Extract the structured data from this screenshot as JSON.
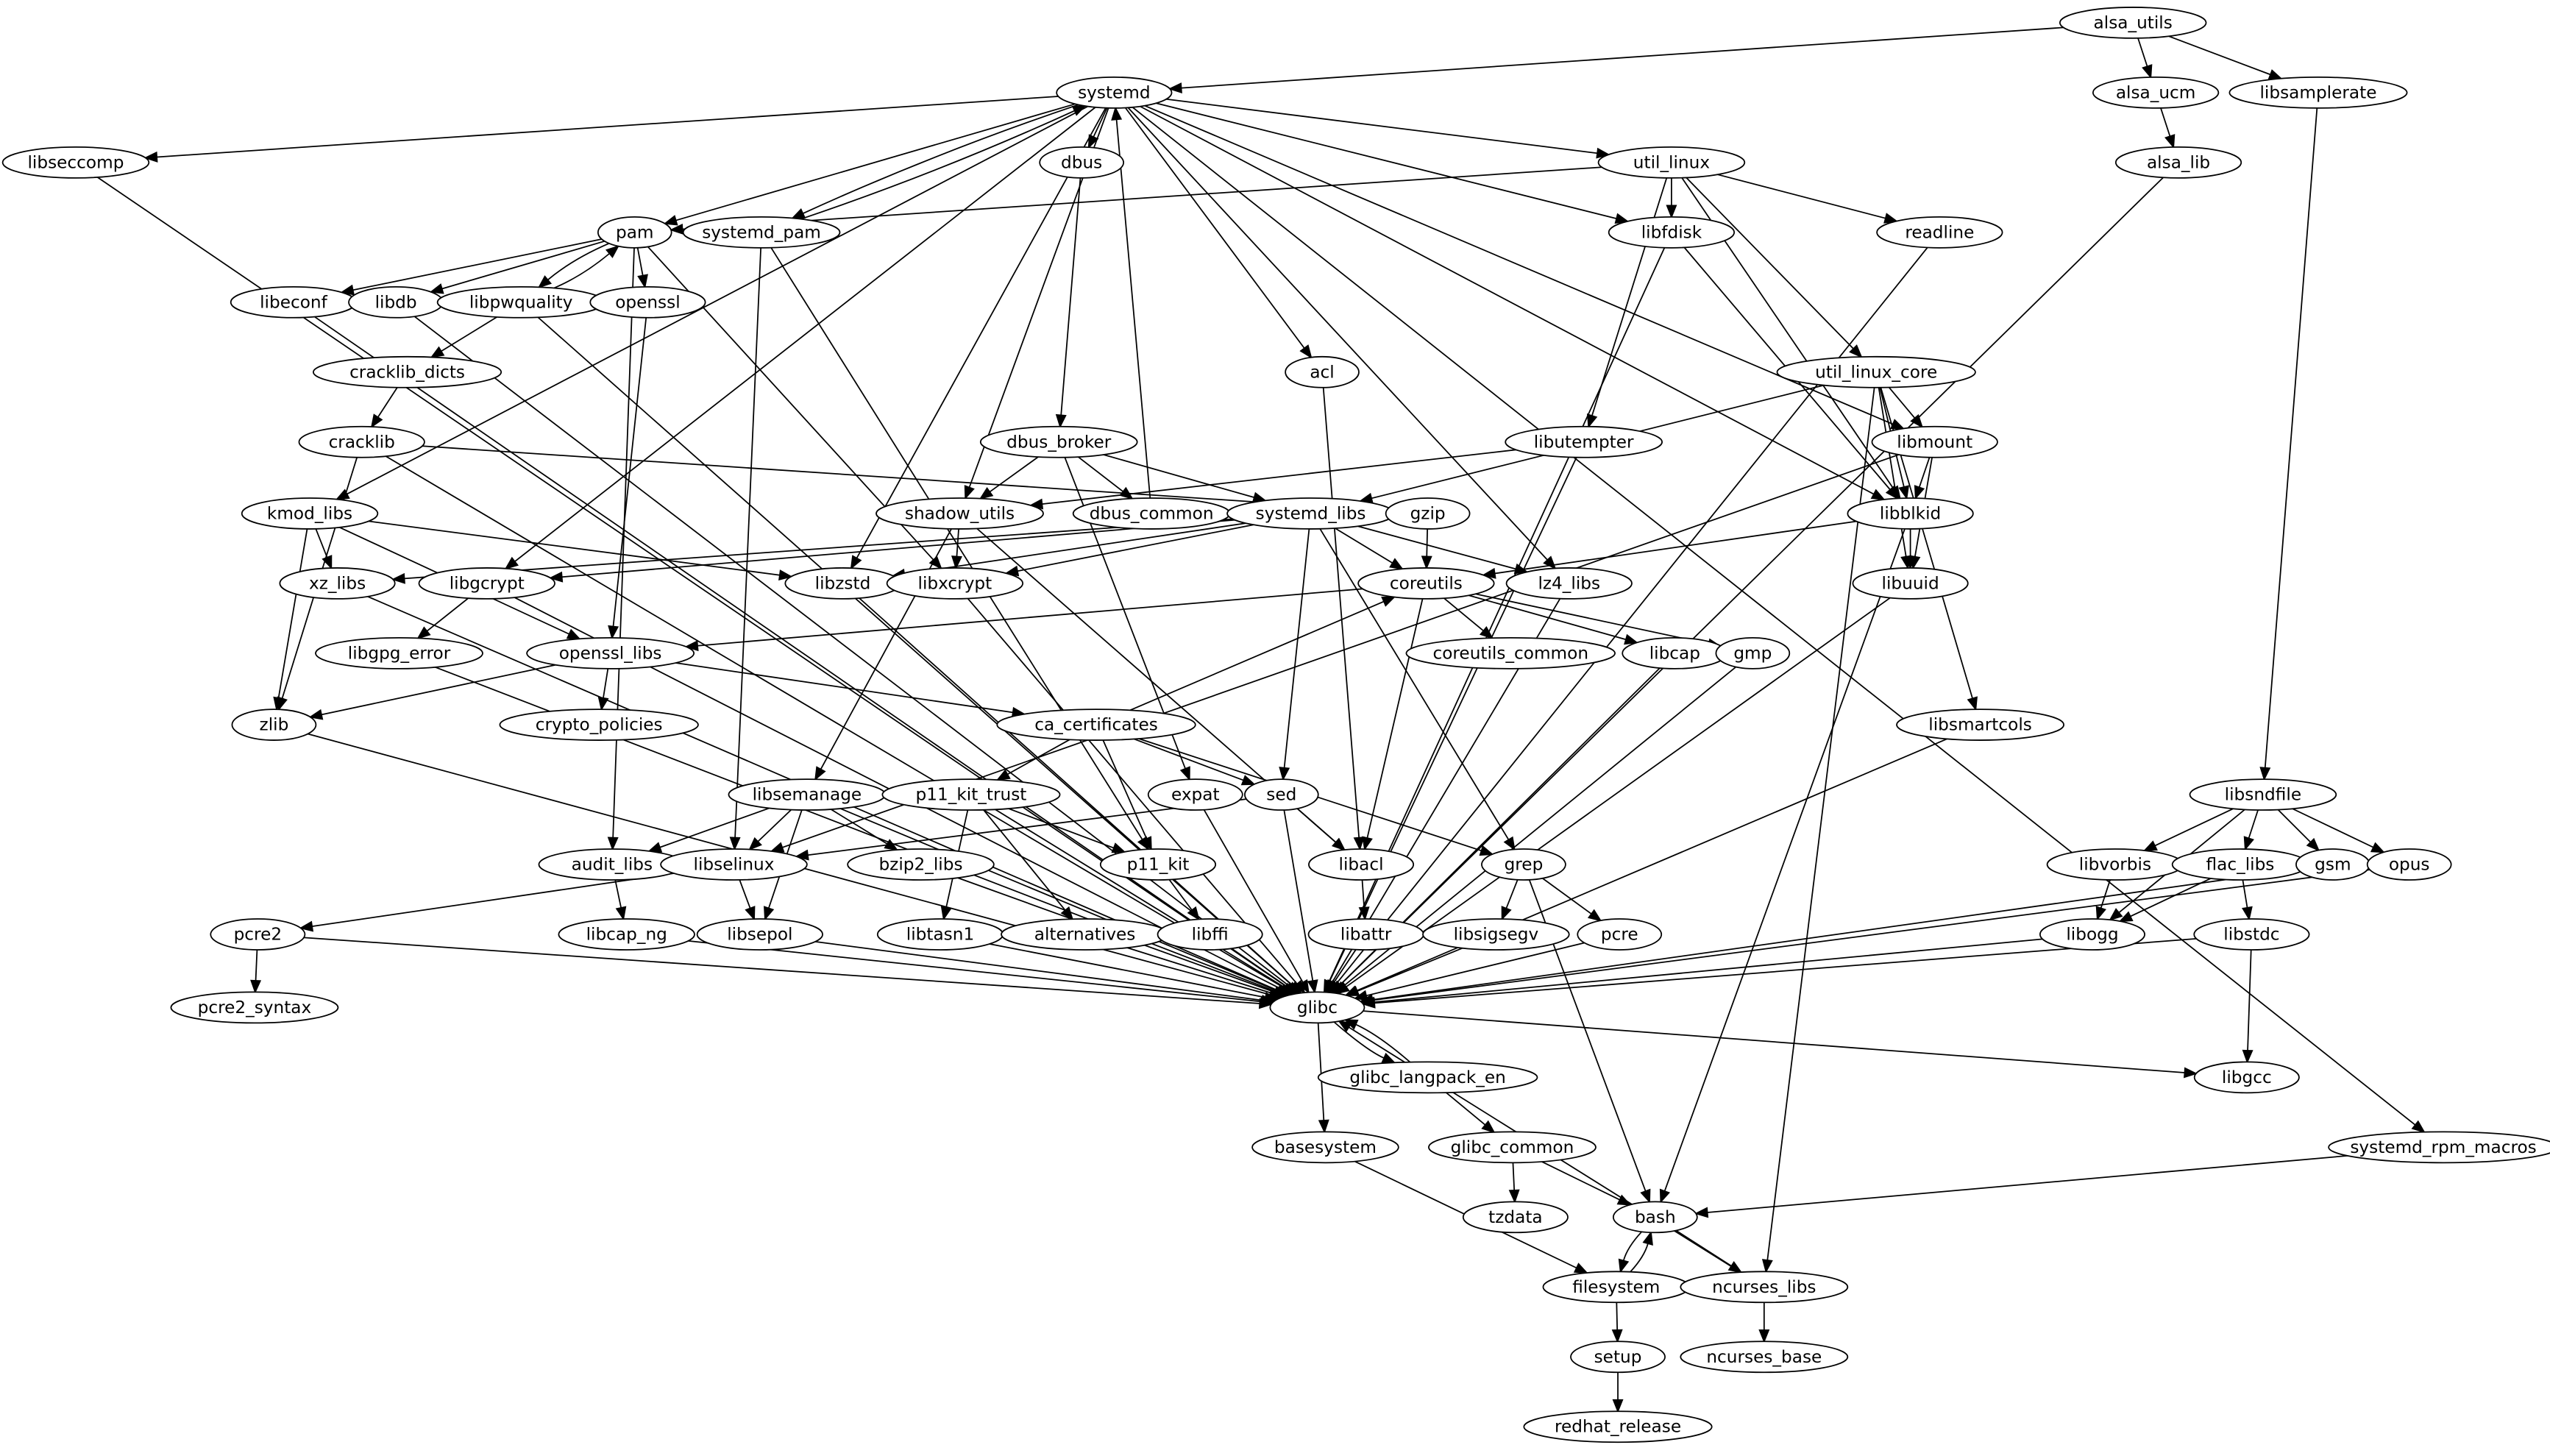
{
  "graph": {
    "type": "dependency-graph",
    "colors": {
      "node_fill": "#ffffff",
      "stroke": "#000000",
      "text": "#000000"
    },
    "nodes": [
      "alsa_utils",
      "systemd",
      "alsa_ucm",
      "libsamplerate",
      "libseccomp",
      "dbus",
      "util_linux",
      "alsa_lib",
      "pam",
      "systemd_pam",
      "libfdisk",
      "readline",
      "libeconf",
      "libdb",
      "libpwquality",
      "openssl",
      "cracklib_dicts",
      "acl",
      "util_linux_core",
      "cracklib",
      "dbus_broker",
      "libutempter",
      "libmount",
      "kmod_libs",
      "shadow_utils",
      "dbus_common",
      "systemd_libs",
      "gzip",
      "libblkid",
      "xz_libs",
      "libgcrypt",
      "libzstd",
      "libxcrypt",
      "coreutils",
      "lz4_libs",
      "libuuid",
      "libgpg_error",
      "openssl_libs",
      "coreutils_common",
      "libcap",
      "gmp",
      "zlib",
      "crypto_policies",
      "ca_certificates",
      "libsmartcols",
      "libsemanage",
      "p11_kit_trust",
      "expat",
      "sed",
      "libsndfile",
      "audit_libs",
      "libselinux",
      "bzip2_libs",
      "p11_kit",
      "libacl",
      "grep",
      "libvorbis",
      "flac_libs",
      "gsm",
      "opus",
      "pcre2",
      "libcap_ng",
      "libsepol",
      "libtasn1",
      "alternatives",
      "libffi",
      "libattr",
      "libsigsegv",
      "pcre",
      "libogg",
      "libstdc",
      "pcre2_syntax",
      "glibc",
      "libgcc",
      "glibc_langpack_en",
      "basesystem",
      "glibc_common",
      "systemd_rpm_macros",
      "tzdata",
      "bash",
      "filesystem",
      "ncurses_libs",
      "setup",
      "ncurses_base",
      "redhat_release"
    ],
    "edges": [
      [
        "alsa_utils",
        "systemd"
      ],
      [
        "alsa_utils",
        "alsa_ucm"
      ],
      [
        "alsa_utils",
        "libsamplerate"
      ],
      [
        "alsa_ucm",
        "alsa_lib"
      ],
      [
        "alsa_lib",
        "glibc"
      ],
      [
        "libsamplerate",
        "libsndfile"
      ],
      [
        "systemd",
        "libseccomp"
      ],
      [
        "systemd",
        "kmod_libs"
      ],
      [
        "systemd",
        "libgcrypt"
      ],
      [
        "systemd",
        "pam"
      ],
      [
        "systemd",
        "systemd_pam"
      ],
      [
        "systemd",
        "dbus"
      ],
      [
        "systemd",
        "shadow_utils"
      ],
      [
        "systemd",
        "libzstd"
      ],
      [
        "systemd",
        "acl"
      ],
      [
        "systemd",
        "util_linux"
      ],
      [
        "systemd",
        "libfdisk"
      ],
      [
        "systemd",
        "lz4_libs"
      ],
      [
        "systemd",
        "libmount"
      ],
      [
        "systemd",
        "libblkid"
      ],
      [
        "systemd",
        "systemd_rpm_macros"
      ],
      [
        "systemd_pam",
        "systemd"
      ],
      [
        "systemd_pam",
        "libselinux"
      ],
      [
        "systemd_pam",
        "p11_kit"
      ],
      [
        "libseccomp",
        "glibc"
      ],
      [
        "dbus",
        "dbus_broker"
      ],
      [
        "dbus_broker",
        "shadow_utils"
      ],
      [
        "dbus_broker",
        "dbus_common"
      ],
      [
        "dbus_broker",
        "systemd_libs"
      ],
      [
        "dbus_broker",
        "expat"
      ],
      [
        "dbus_common",
        "systemd"
      ],
      [
        "util_linux",
        "pam"
      ],
      [
        "util_linux",
        "libfdisk"
      ],
      [
        "util_linux",
        "readline"
      ],
      [
        "util_linux",
        "libutempter"
      ],
      [
        "util_linux",
        "util_linux_core"
      ],
      [
        "util_linux",
        "libblkid"
      ],
      [
        "libfdisk",
        "libblkid"
      ],
      [
        "libfdisk",
        "glibc"
      ],
      [
        "readline",
        "glibc"
      ],
      [
        "util_linux_core",
        "libmount"
      ],
      [
        "util_linux_core",
        "libblkid"
      ],
      [
        "util_linux_core",
        "libuuid"
      ],
      [
        "util_linux_core",
        "libsmartcols"
      ],
      [
        "util_linux_core",
        "systemd_libs"
      ],
      [
        "util_linux_core",
        "ncurses_libs"
      ],
      [
        "libmount",
        "libblkid"
      ],
      [
        "libmount",
        "libuuid"
      ],
      [
        "libmount",
        "libselinux"
      ],
      [
        "libblkid",
        "libuuid"
      ],
      [
        "libblkid",
        "coreutils"
      ],
      [
        "libblkid",
        "bash"
      ],
      [
        "libuuid",
        "glibc"
      ],
      [
        "libsmartcols",
        "glibc"
      ],
      [
        "libutempter",
        "shadow_utils"
      ],
      [
        "libutempter",
        "glibc"
      ],
      [
        "pam",
        "libeconf"
      ],
      [
        "pam",
        "libdb"
      ],
      [
        "pam",
        "libpwquality"
      ],
      [
        "pam",
        "openssl"
      ],
      [
        "pam",
        "audit_libs"
      ],
      [
        "pam",
        "libxcrypt"
      ],
      [
        "libpwquality",
        "pam"
      ],
      [
        "libpwquality",
        "cracklib_dicts"
      ],
      [
        "libpwquality",
        "glibc"
      ],
      [
        "libeconf",
        "glibc"
      ],
      [
        "libdb",
        "glibc"
      ],
      [
        "openssl",
        "openssl_libs"
      ],
      [
        "acl",
        "libacl"
      ],
      [
        "cracklib_dicts",
        "cracklib"
      ],
      [
        "cracklib",
        "zlib"
      ],
      [
        "cracklib",
        "glibc"
      ],
      [
        "cracklib",
        "gzip"
      ],
      [
        "kmod_libs",
        "xz_libs"
      ],
      [
        "kmod_libs",
        "zlib"
      ],
      [
        "kmod_libs",
        "openssl_libs"
      ],
      [
        "kmod_libs",
        "libzstd"
      ],
      [
        "shadow_utils",
        "libxcrypt"
      ],
      [
        "shadow_utils",
        "libsemanage"
      ],
      [
        "shadow_utils",
        "libacl"
      ],
      [
        "systemd_libs",
        "xz_libs"
      ],
      [
        "systemd_libs",
        "libgcrypt"
      ],
      [
        "systemd_libs",
        "libzstd"
      ],
      [
        "systemd_libs",
        "libxcrypt"
      ],
      [
        "systemd_libs",
        "coreutils"
      ],
      [
        "systemd_libs",
        "lz4_libs"
      ],
      [
        "systemd_libs",
        "sed"
      ],
      [
        "systemd_libs",
        "grep"
      ],
      [
        "gzip",
        "coreutils"
      ],
      [
        "coreutils",
        "openssl_libs"
      ],
      [
        "coreutils",
        "coreutils_common"
      ],
      [
        "coreutils",
        "libcap"
      ],
      [
        "coreutils",
        "gmp"
      ],
      [
        "coreutils",
        "libacl"
      ],
      [
        "lz4_libs",
        "glibc"
      ],
      [
        "libxcrypt",
        "glibc"
      ],
      [
        "libzstd",
        "glibc"
      ],
      [
        "xz_libs",
        "glibc"
      ],
      [
        "libgcrypt",
        "libgpg_error"
      ],
      [
        "libgcrypt",
        "glibc"
      ],
      [
        "libgpg_error",
        "glibc"
      ],
      [
        "openssl_libs",
        "zlib"
      ],
      [
        "openssl_libs",
        "crypto_policies"
      ],
      [
        "openssl_libs",
        "ca_certificates"
      ],
      [
        "zlib",
        "glibc"
      ],
      [
        "ca_certificates",
        "coreutils"
      ],
      [
        "ca_certificates",
        "p11_kit_trust"
      ],
      [
        "ca_certificates",
        "p11_kit"
      ],
      [
        "ca_certificates",
        "sed"
      ],
      [
        "ca_certificates",
        "grep"
      ],
      [
        "libsemanage",
        "audit_libs"
      ],
      [
        "libsemanage",
        "libselinux"
      ],
      [
        "libsemanage",
        "libsepol"
      ],
      [
        "libsemanage",
        "bzip2_libs"
      ],
      [
        "libsemanage",
        "glibc"
      ],
      [
        "p11_kit_trust",
        "p11_kit"
      ],
      [
        "p11_kit_trust",
        "libtasn1"
      ],
      [
        "p11_kit_trust",
        "alternatives"
      ],
      [
        "p11_kit_trust",
        "glibc"
      ],
      [
        "expat",
        "glibc"
      ],
      [
        "sed",
        "libselinux"
      ],
      [
        "sed",
        "libacl"
      ],
      [
        "sed",
        "glibc"
      ],
      [
        "libsndfile",
        "libogg"
      ],
      [
        "libsndfile",
        "libvorbis"
      ],
      [
        "libsndfile",
        "flac_libs"
      ],
      [
        "libsndfile",
        "gsm"
      ],
      [
        "libsndfile",
        "opus"
      ],
      [
        "audit_libs",
        "libcap_ng"
      ],
      [
        "libselinux",
        "pcre2"
      ],
      [
        "libselinux",
        "libsepol"
      ],
      [
        "bzip2_libs",
        "glibc"
      ],
      [
        "p11_kit",
        "libffi"
      ],
      [
        "libacl",
        "libattr"
      ],
      [
        "grep",
        "libsigsegv"
      ],
      [
        "grep",
        "pcre"
      ],
      [
        "grep",
        "bash"
      ],
      [
        "libvorbis",
        "libogg"
      ],
      [
        "flac_libs",
        "libogg"
      ],
      [
        "flac_libs",
        "libstdc"
      ],
      [
        "gsm",
        "glibc"
      ],
      [
        "opus",
        "glibc"
      ],
      [
        "pcre2",
        "pcre2_syntax"
      ],
      [
        "pcre2",
        "glibc"
      ],
      [
        "libcap_ng",
        "glibc"
      ],
      [
        "libsepol",
        "glibc"
      ],
      [
        "libtasn1",
        "glibc"
      ],
      [
        "alternatives",
        "glibc"
      ],
      [
        "libffi",
        "glibc"
      ],
      [
        "libattr",
        "glibc"
      ],
      [
        "libsigsegv",
        "glibc"
      ],
      [
        "pcre",
        "glibc"
      ],
      [
        "libogg",
        "glibc"
      ],
      [
        "libstdc",
        "glibc"
      ],
      [
        "libstdc",
        "libgcc"
      ],
      [
        "libcap",
        "glibc"
      ],
      [
        "gmp",
        "glibc"
      ],
      [
        "glibc",
        "libgcc"
      ],
      [
        "glibc",
        "glibc_langpack_en"
      ],
      [
        "glibc",
        "basesystem"
      ],
      [
        "glibc_langpack_en",
        "glibc"
      ],
      [
        "glibc_langpack_en",
        "glibc_common"
      ],
      [
        "glibc_common",
        "tzdata"
      ],
      [
        "glibc_common",
        "bash"
      ],
      [
        "basesystem",
        "filesystem"
      ],
      [
        "bash",
        "filesystem"
      ],
      [
        "bash",
        "ncurses_libs"
      ],
      [
        "filesystem",
        "bash"
      ],
      [
        "filesystem",
        "setup"
      ],
      [
        "ncurses_libs",
        "ncurses_base"
      ],
      [
        "ncurses_libs",
        "glibc"
      ],
      [
        "setup",
        "redhat_release"
      ],
      [
        "systemd_rpm_macros",
        "bash"
      ]
    ]
  }
}
